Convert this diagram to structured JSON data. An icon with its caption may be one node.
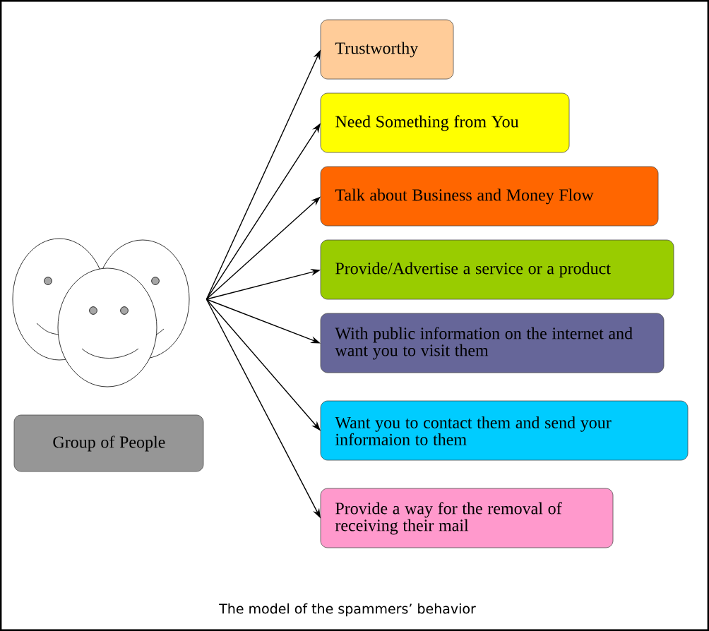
{
  "diagram": {
    "caption": "The model of the spammers’ behavior",
    "nodes": [
      {
        "text": [],
        "shape": "picture"
      },
      {
        "text": [
          "Trustworthy"
        ]
      },
      {
        "text": [
          "Need Something from You"
        ]
      },
      {
        "text": [
          "Talk about Business and Money Flow"
        ]
      },
      {
        "text": [
          "Provide/Advertise a service or a product"
        ]
      },
      {
        "text": [
          "With public information on the internet and want you to visit them"
        ]
      },
      {
        "text": [
          "Want you to contact them and send your informaion to them"
        ]
      },
      {
        "text": [
          "Provide a way for the removal of receiving their mail"
        ]
      },
      {
        "text": [
          "Group of People"
        ]
      }
    ],
    "edges": [
      {
        "from": 0,
        "to": 1,
        "arrow": "to"
      },
      {
        "from": 0,
        "to": 2,
        "arrow": "to"
      },
      {
        "from": 0,
        "to": 3,
        "arrow": "to"
      },
      {
        "from": 0,
        "to": 4,
        "arrow": "to"
      },
      {
        "from": 0,
        "to": 5,
        "arrow": "to"
      },
      {
        "from": 0,
        "to": 6,
        "arrow": "to"
      },
      {
        "from": 0,
        "to": 7,
        "arrow": "to"
      }
    ]
  }
}
